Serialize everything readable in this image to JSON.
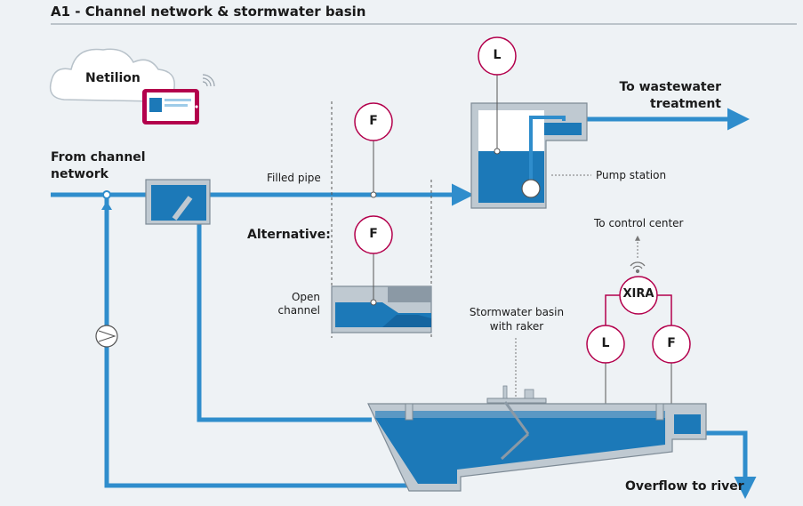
{
  "title": "A1 - Channel network & stormwater basin",
  "labels": {
    "netilion": "Netilion",
    "from_channel": "From channel\nnetwork",
    "filled_pipe": "Filled pipe",
    "alternative": "Alternative:",
    "open_channel": "Open\nchannel",
    "to_wastewater": "To wastewater\ntreatment",
    "pump_station": "Pump station",
    "to_control": "To control center",
    "stormwater_basin": "Stormwater basin\nwith raker",
    "overflow": "Overflow to river"
  },
  "instruments": {
    "level_pump": "L",
    "flow_pipe": "F",
    "flow_channel": "F",
    "xira": "XIRA",
    "level_basin": "L",
    "flow_basin": "F"
  },
  "colors": {
    "water": "#1c79b8",
    "pipe": "#2f8dcc",
    "structure_fill": "#bfc9d1",
    "structure_stroke": "#7d8a95",
    "instrument": "#b3004c",
    "tablet": "#b3004c"
  }
}
